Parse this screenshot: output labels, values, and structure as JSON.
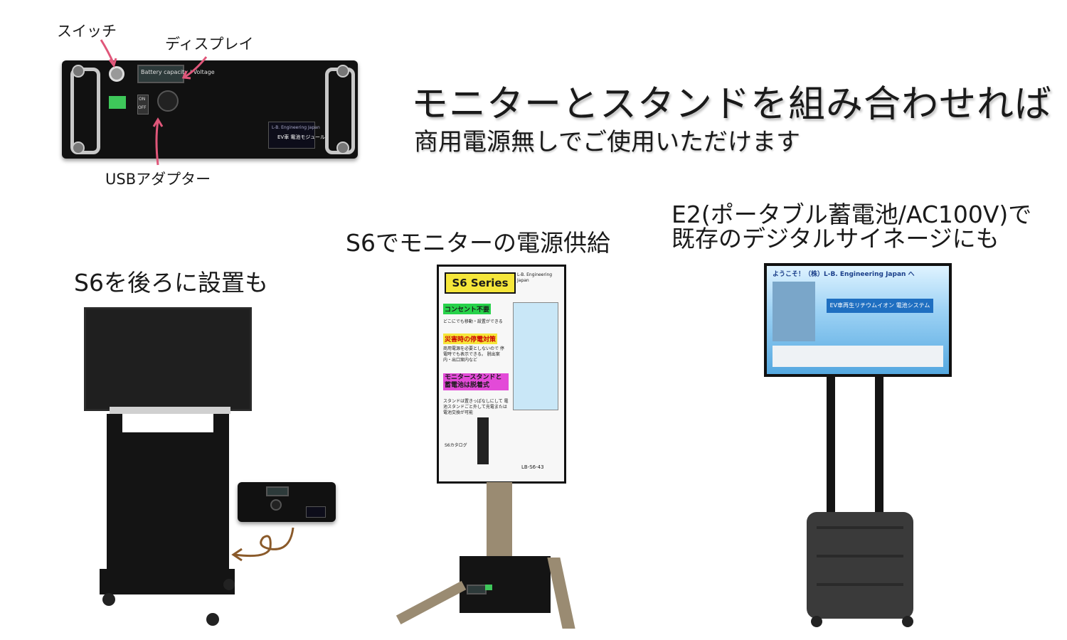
{
  "headline": {
    "title": "モニターとスタンドを組み合わせれば",
    "subtitle": "商用電源無しでご使用いただけます"
  },
  "callouts": {
    "switch": "スイッチ",
    "display": "ディスプレイ",
    "usb_adapter": "USBアダプター"
  },
  "battery_labels": {
    "brand": "L-B. Engineering Japan",
    "product": "EV車 電池モジュール",
    "on": "ON",
    "off": "OFF",
    "lcd": "Battery capacity / Voltage"
  },
  "captions": {
    "left": "S6を後ろに設置も",
    "center": "S6でモニターの電源供給",
    "right_line1": "E2(ポータブル蓄電池/AC100V)で",
    "right_line2": "既存のデジタルサイネージにも"
  },
  "poster": {
    "series": "S6 Series",
    "brand": "L-B. Engineering Japan",
    "h1": "コンセント不要",
    "t1": "どこにでも移動・設置ができる",
    "h2": "災害時の停電対策",
    "t2": "商用電源を必要としないので 停電時でも表示できる。 脱出案内・出口案内など",
    "h3": "モニタースタンドと 蓄電池は脱着式",
    "t3": "スタンドは置きっぱなしにして 電池スタンドごと外して充電または 電池交換が可能",
    "catalog": "S6カタログ",
    "model": "LB-S6-43"
  },
  "signage": {
    "welcome": "ようこそ！（株）L-B. Engineering Japan へ",
    "line": "EV車再生リチウムイオン 電池システム"
  },
  "colors": {
    "accent_pink": "#e0577a",
    "arrow_brown": "#8a5a2a",
    "poster_yellow": "#f5e63a",
    "poster_green": "#27d24a",
    "poster_pink": "#e34ad8"
  }
}
